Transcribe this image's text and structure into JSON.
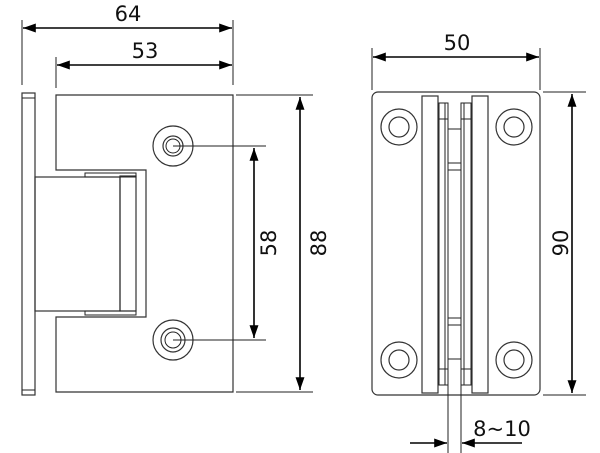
{
  "side_view": {
    "dimensions": {
      "overall_width": "64",
      "body_width": "53",
      "hole_spacing": "58",
      "height": "88"
    }
  },
  "front_view": {
    "dimensions": {
      "width": "50",
      "height": "90",
      "glass_thickness": "8~10"
    }
  },
  "colors": {
    "line": "#333333",
    "background": "#ffffff"
  }
}
